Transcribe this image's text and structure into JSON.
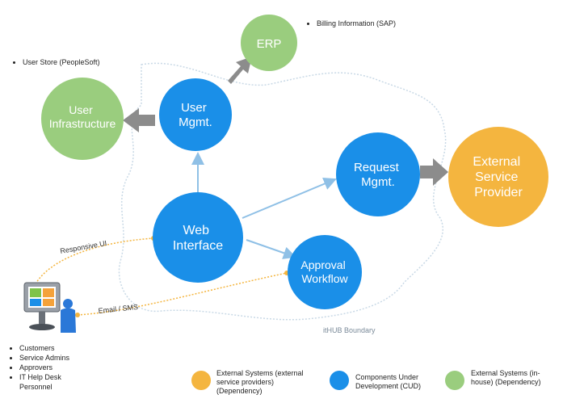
{
  "nodes": {
    "erp": {
      "label": "ERP",
      "color": "#9acd7e"
    },
    "user_infra": {
      "lines": [
        "User",
        "Infrastructure"
      ],
      "color": "#9acd7e"
    },
    "user_mgmt": {
      "lines": [
        "User",
        "Mgmt."
      ],
      "color": "#1a8fe8"
    },
    "web_interface": {
      "lines": [
        "Web",
        "Interface"
      ],
      "color": "#1a8fe8"
    },
    "request_mgmt": {
      "lines": [
        "Request",
        "Mgmt."
      ],
      "color": "#1a8fe8"
    },
    "approval_workflow": {
      "lines": [
        "Approval",
        "Workflow"
      ],
      "color": "#1a8fe8"
    },
    "external_provider": {
      "lines": [
        "External",
        "Service",
        "Provider"
      ],
      "color": "#f4b53f"
    }
  },
  "notes": {
    "erp_note": "Billing Information (SAP)",
    "user_store_note": "User Store (PeopleSoft)"
  },
  "edge_labels": {
    "responsive_ui": "Responsive UI",
    "email_sms": "Email / SMS",
    "boundary": "itHUB Boundary"
  },
  "users": [
    "Customers",
    "Service Admins",
    "Approvers",
    "IT Help Desk Personnel"
  ],
  "legend": [
    {
      "text": "External Systems (external service providers) (Dependency)",
      "color": "#f4b53f"
    },
    {
      "text": "Components Under Development (CUD)",
      "color": "#1a8fe8"
    },
    {
      "text": "External Systems (in-house) (Dependency)",
      "color": "#9acd7e"
    }
  ]
}
